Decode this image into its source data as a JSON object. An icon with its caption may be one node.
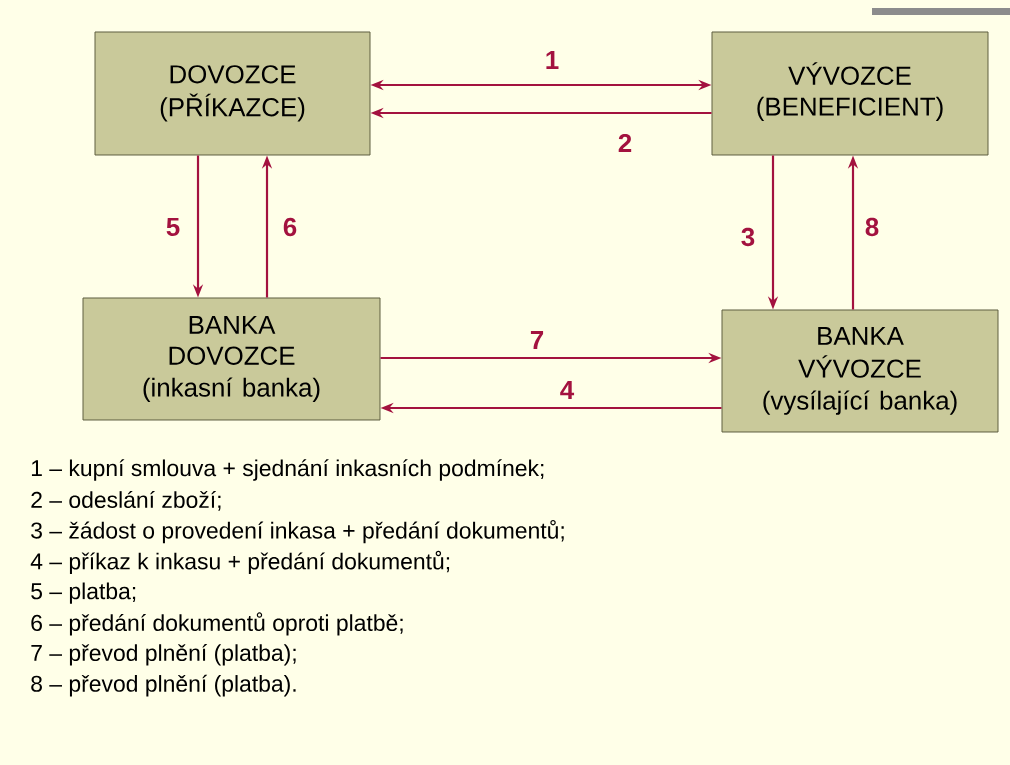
{
  "diagram": {
    "nodes": [
      {
        "text": [
          "DOVOZCE (PŘÍKAZCE)"
        ]
      },
      {
        "text": [
          "VÝVOZCE (BENEFICIENT)"
        ]
      },
      {
        "text": [
          "BANKA DOVOZCE",
          "(inkasní banka)"
        ]
      },
      {
        "text": [
          "BANKA VÝVOZCE",
          "(vysílající banka)"
        ]
      }
    ],
    "edges": [
      {
        "from": 0,
        "to": 1,
        "arrow": "both",
        "label": "1"
      },
      {
        "from": 1,
        "to": 0,
        "arrow": "to",
        "label": "2"
      },
      {
        "from": 1,
        "to": 3,
        "arrow": "to",
        "label": "3"
      },
      {
        "from": 3,
        "to": 2,
        "arrow": "to",
        "label": "4"
      },
      {
        "from": 0,
        "to": 2,
        "arrow": "to",
        "label": "5"
      },
      {
        "from": 2,
        "to": 0,
        "arrow": "to",
        "label": "6"
      },
      {
        "from": 2,
        "to": 3,
        "arrow": "to",
        "label": "7"
      },
      {
        "from": 3,
        "to": 1,
        "arrow": "to",
        "label": "8"
      }
    ],
    "labels": [
      "1 – kupní smlouva + sjednání inkasních podmínek;",
      "2 – odeslání zboží;",
      "3 – žádost o provedení inkasa + předání dokumentů;",
      "4 – příkaz k inkasu + předání dokumentů;",
      "5 – platba;",
      "6 – předání dokumentů oproti platbě;",
      "7 – převod plnění (platba);",
      "8 – převod plnění (platba)."
    ]
  }
}
